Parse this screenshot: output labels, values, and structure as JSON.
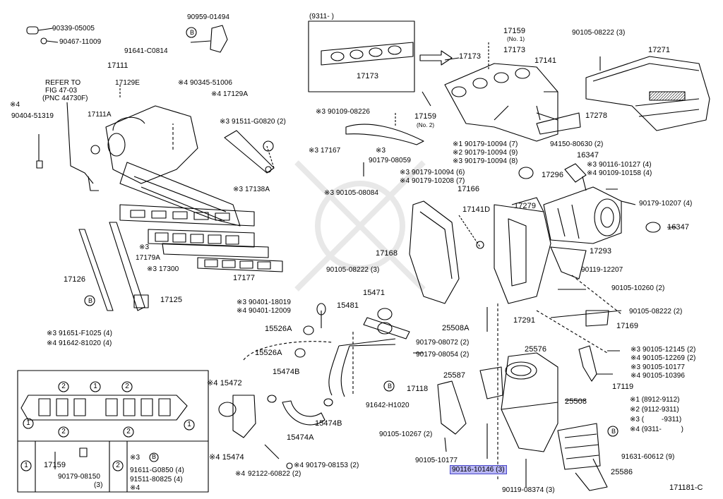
{
  "figure_id": "171181-C",
  "refer": {
    "l1": "REFER TO",
    "l2": "FIG 47-03",
    "l3": "(PNC 44730F)"
  },
  "group_header": "(9311-          )",
  "labels": {
    "p90339": "90339-05005",
    "p90467": "90467-11009",
    "p90959": "90959-01494",
    "p91641": "91641-C0814",
    "p17111": "17111",
    "p17129E": "17129E",
    "p90345": "※4 90345-51006",
    "p17129A": "※4 17129A",
    "p90404a": "※4",
    "p90404b": "90404-51319",
    "p17111A": "17111A",
    "p91511": "※3 91511-G0820 (2)",
    "p17138A": "※3 17138A",
    "p17179A_m": "※3",
    "p17179A": "17179A",
    "p17300": "※3 17300",
    "p17177": "17177",
    "p17126": "17126",
    "p17125": "17125",
    "p91651": "※3 91651-F1025 (4)",
    "p91642a": "※4 91642-81020 (4)",
    "p17173a": "17173",
    "p17173b": "17173",
    "p17173c": "17173",
    "p17159a": "17159",
    "p17159a_n": "(No. 1)",
    "p17141": "17141",
    "p90105a": "90105-08222 (3)",
    "p17271": "17271",
    "p90109": "※3 90109-08226",
    "p17159b": "17159",
    "p17159b_n": "(No. 2)",
    "p17278": "17278",
    "p17167": "※3 17167",
    "p90179a_m": "※3",
    "p90179a": "90179-08059",
    "p90179b": "※1 90179-10094 (7)",
    "p90179c": "※2 90179-10094 (9)",
    "p90179d": "※3 90179-10094 (8)",
    "p94150": "94150-80630 (2)",
    "p16347a": "16347",
    "p90116a": "※3 90116-10127 (4)",
    "p90109b": "※4 90109-10158 (4)",
    "p90179e": "※3 90179-10094 (6)",
    "p90179f": "※4 90179-10208 (7)",
    "p17296": "17296",
    "p90105b": "※3 90105-08084",
    "p17166": "17166",
    "p90179g": "90179-10207 (4)",
    "p17141D": "17141D",
    "p17279": "17279",
    "p16347b": "16347",
    "p17168": "17168",
    "p90105c": "90105-08222 (3)",
    "p17293": "17293",
    "p90119a": "90119-12207",
    "p90105d": "90105-10260 (2)",
    "p90401a": "※3 90401-18019",
    "p90401b": "※4 90401-12009",
    "p15471": "15471",
    "p15481": "15481",
    "p15526Aa": "15526A",
    "p15526Ab": "15526A",
    "p25508A": "25508A",
    "p17291": "17291",
    "p90105e": "90105-08222 (2)",
    "p17169": "17169",
    "p90179h": "90179-08072 (2)",
    "p90179i": "90179-08054 (2)",
    "p25576": "25576",
    "p90105f": "※3 90105-12145 (2)",
    "p90105g": "※4 90105-12269 (2)",
    "p90105h": "※3 90105-10177",
    "p90105i": "※4 90105-10396",
    "p15474B_a": "15474B",
    "p15472": "※4 15472",
    "p25587": "25587",
    "p17119": "17119",
    "p17118": "17118",
    "p91642b": "91642-H1020",
    "p25508": "25508",
    "p15474B_b": "15474B",
    "p15474A": "15474A",
    "p90105j": "90105-10267 (2)",
    "p15474": "※4 15474",
    "p92122_m": "※4",
    "p92122": "92122-60822 (2)",
    "p90179j": "※4 90179-08153 (2)",
    "p90105k": "90105-10177",
    "p90116b": "90116-10146 (3)",
    "p90119b": "90119-08374 (3)",
    "p91631": "91631-60612 (9)",
    "p25586": "25586"
  },
  "legend": {
    "l1": "※1 (8912-9112)",
    "l2": "※2 (9112-9311)",
    "l3": "※3 (         -9311)",
    "l4": "※4 (9311-          )"
  },
  "gasket_box": {
    "c1": "1",
    "c2": "2",
    "c17159": "17159",
    "c90179": "90179-08150",
    "c90179q": "(3)",
    "c3m": "※3",
    "cB": "B",
    "c91611a": "91611-G0850 (4)",
    "c91511b": "91511-80825 (4)",
    "c4m": "※4"
  },
  "highlight_color": "#b9b7f5"
}
